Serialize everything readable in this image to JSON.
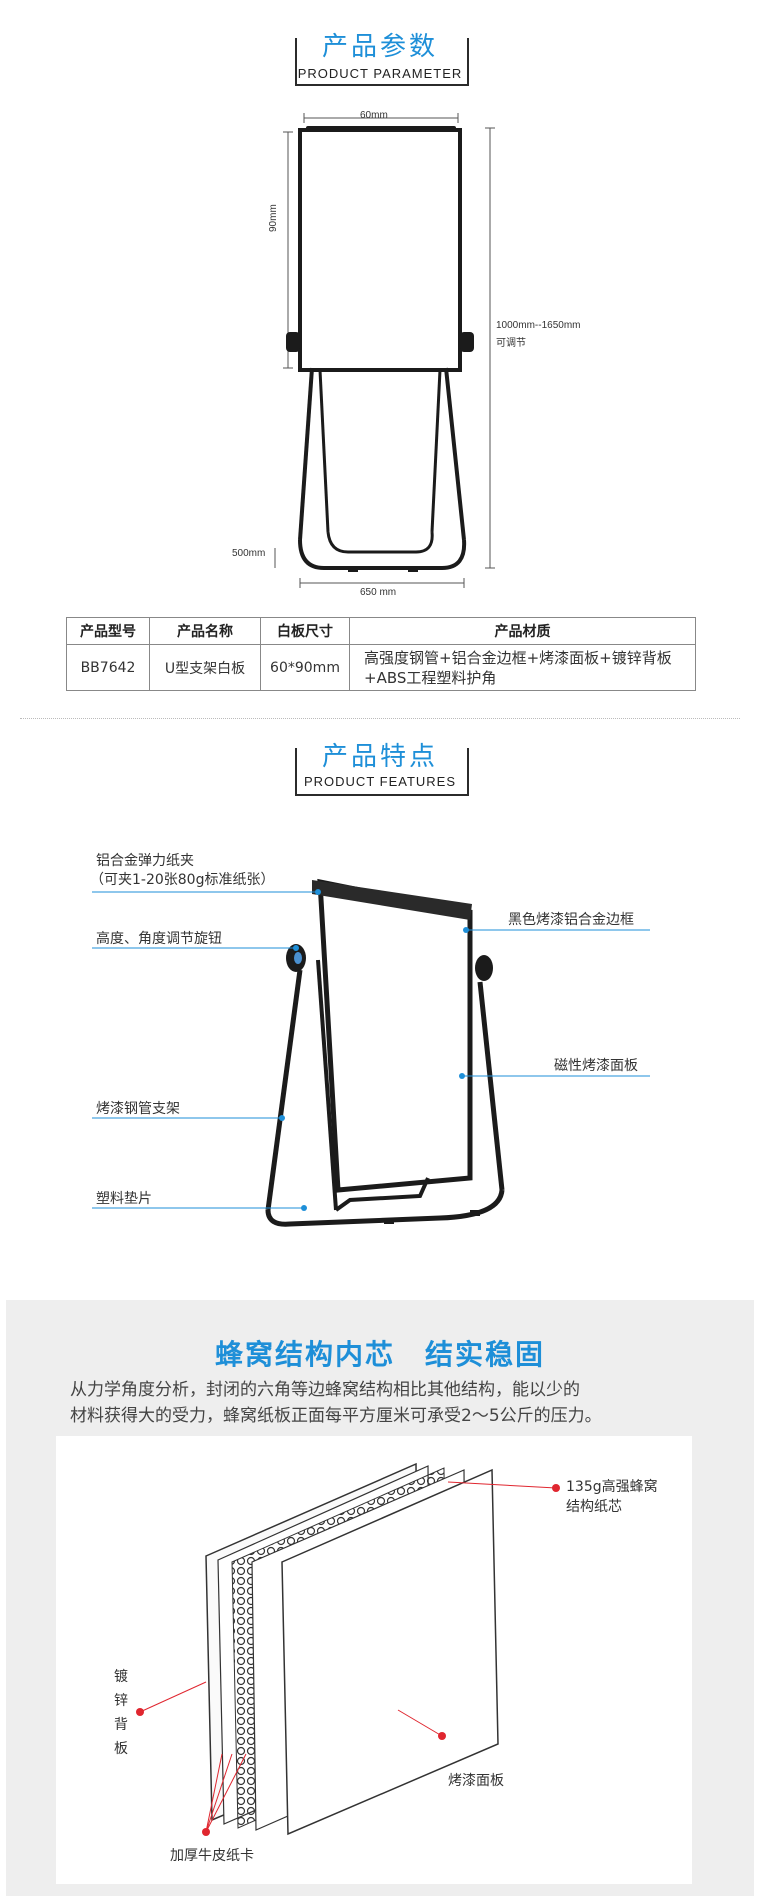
{
  "param_section": {
    "title_cn": "产品参数",
    "title_en": "PRODUCT PARAMETER",
    "dim_width": "60mm",
    "dim_height": "90mm",
    "dim_adjust": "1000mm--1650mm",
    "dim_adjust_note": "可调节",
    "dim_foot": "500mm",
    "dim_base": "650 mm"
  },
  "spec_table": {
    "headers": [
      "产品型号",
      "产品名称",
      "白板尺寸",
      "产品材质"
    ],
    "row": {
      "model": "BB7642",
      "name": "U型支架白板",
      "size": "60*90mm",
      "material_line1": "高强度钢管+铝合金边框+烤漆面板+镀锌背板",
      "material_line2": "+ABS工程塑料护角"
    }
  },
  "feature_section": {
    "title_cn": "产品特点",
    "title_en": "PRODUCT FEATURES",
    "labels": {
      "clip_line1": "铝合金弹力纸夹",
      "clip_line2": "（可夹1-20张80g标准纸张）",
      "frame": "黑色烤漆铝合金边框",
      "knob": "高度、角度调节旋钮",
      "panel": "磁性烤漆面板",
      "stand": "烤漆钢管支架",
      "pad": "塑料垫片"
    }
  },
  "honeycomb_section": {
    "title": "蜂窝结构内芯　结实稳固",
    "text_line1": "从力学角度分析，封闭的六角等边蜂窝结构相比其他结构，能以少的",
    "text_line2": "材料获得大的受力，蜂窝纸板正面每平方厘米可承受2～5公斤的压力。",
    "labels": {
      "core_line1": "135g高强蜂窝",
      "core_line2": "结构纸芯",
      "back_1": "镀",
      "back_2": "锌",
      "back_3": "背",
      "back_4": "板",
      "face": "烤漆面板",
      "kraft": "加厚牛皮纸卡"
    }
  },
  "colors": {
    "accent": "#1e8fd8",
    "red": "#e0262f"
  }
}
